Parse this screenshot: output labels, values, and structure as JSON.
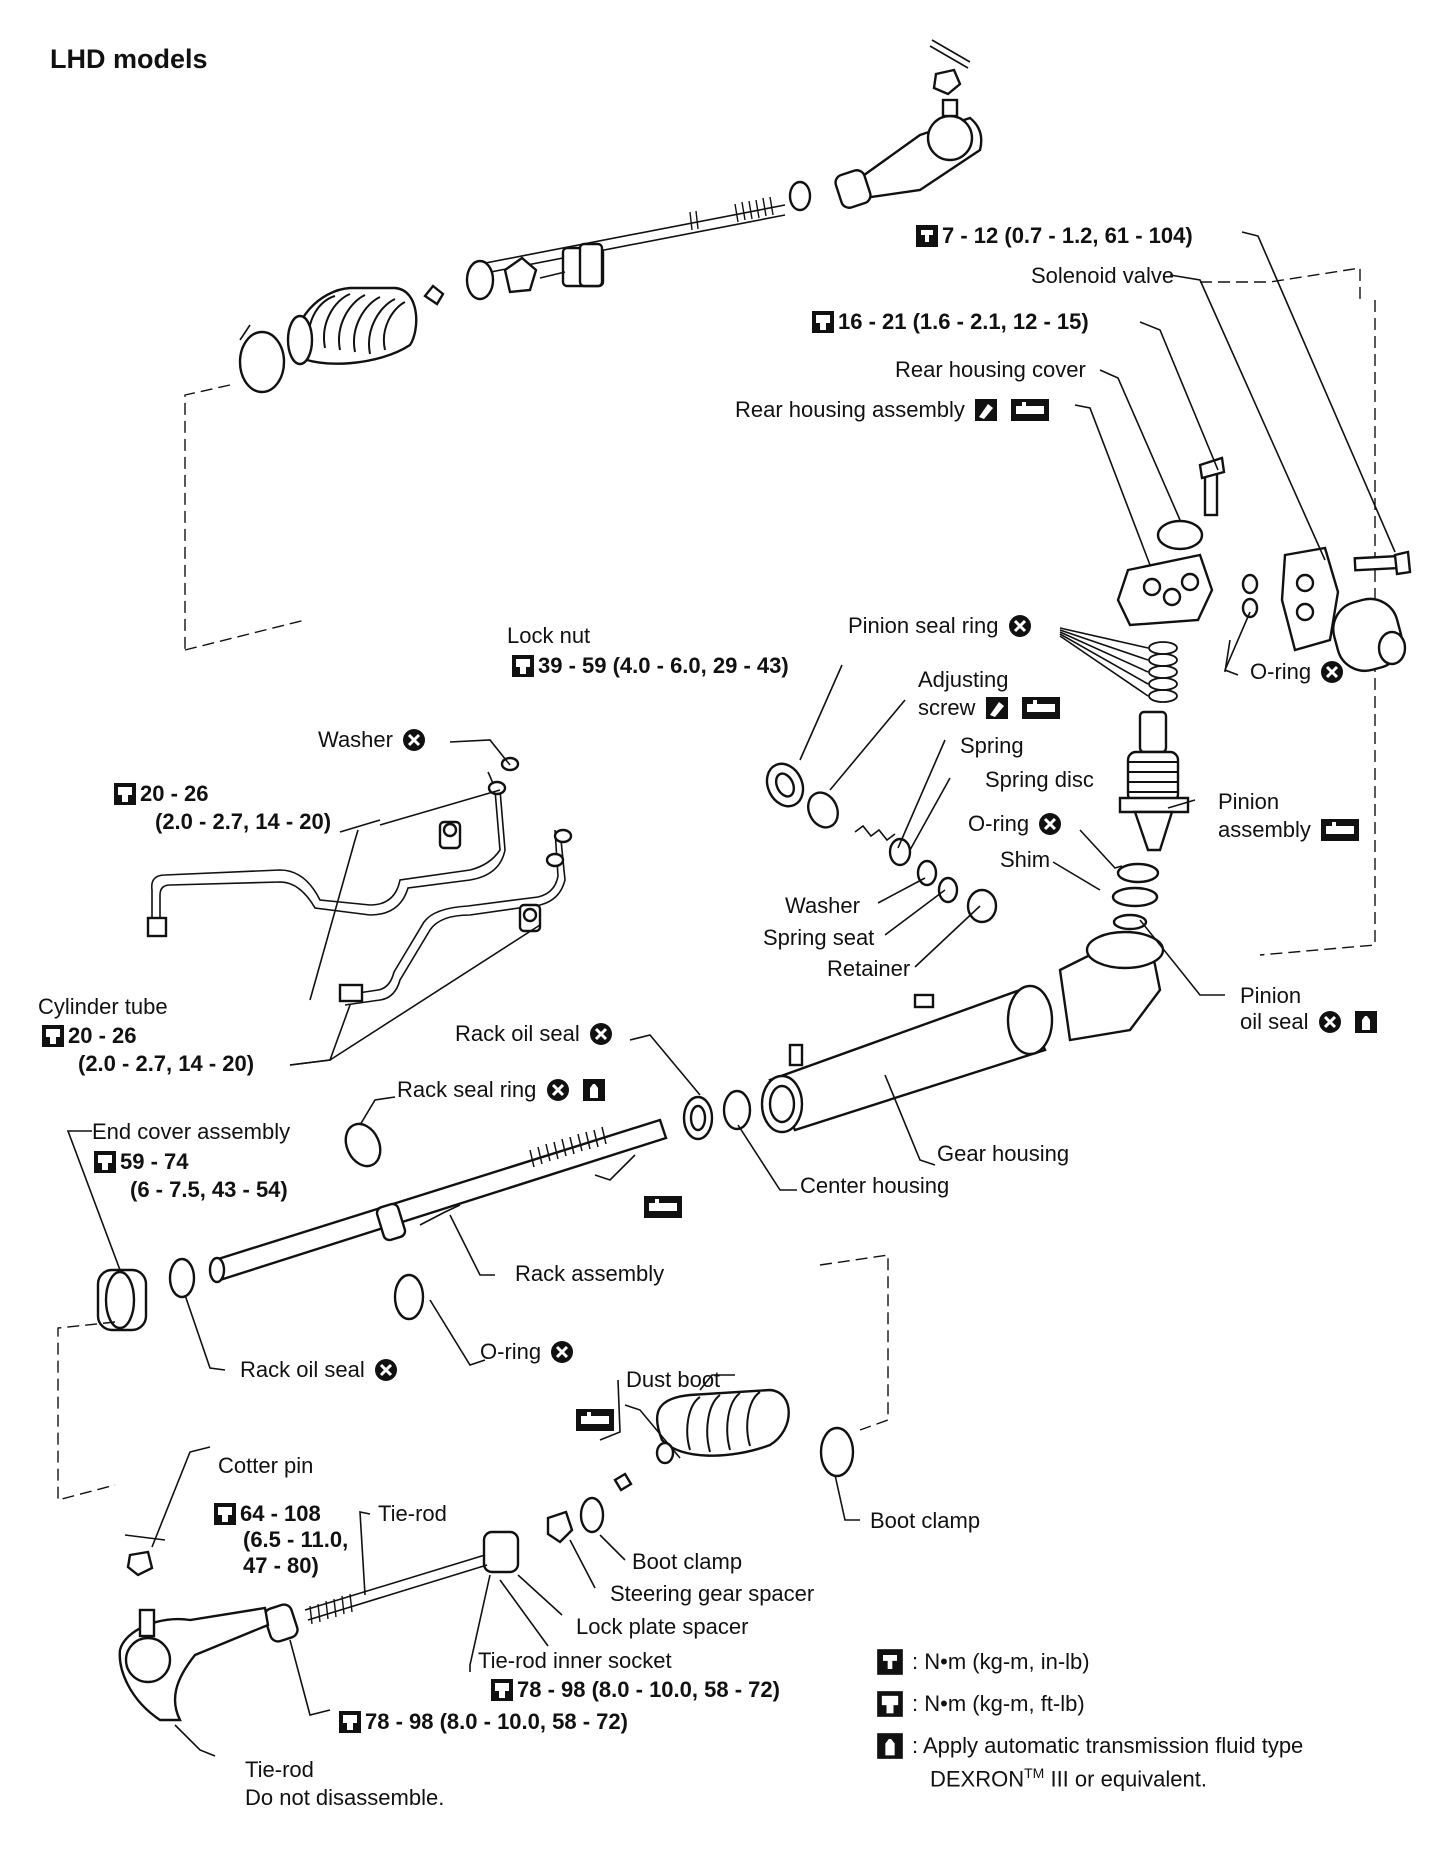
{
  "title": "LHD models",
  "labels": {
    "torque_solenoid_bolt": "7 - 12 (0.7 - 1.2, 61 - 104)",
    "solenoid_valve": "Solenoid valve",
    "torque_rear_housing": "16 - 21 (1.6 - 2.1, 12 - 15)",
    "rear_housing_cover": "Rear housing cover",
    "rear_housing_assembly": "Rear housing assembly",
    "pinion_seal_ring": "Pinion seal ring",
    "o_ring_upper": "O-ring",
    "lock_nut": "Lock nut",
    "torque_lock_nut": "39 - 59 (4.0 - 6.0, 29 - 43)",
    "adjusting_screw_1": "Adjusting",
    "adjusting_screw_2": "screw",
    "spring": "Spring",
    "spring_disc": "Spring disc",
    "pinion_1": "Pinion",
    "pinion_2": "assembly",
    "o_ring_pinion": "O-ring",
    "shim": "Shim",
    "washer_lower": "Washer",
    "spring_seat": "Spring seat",
    "retainer": "Retainer",
    "pinion_oil_seal_1": "Pinion",
    "pinion_oil_seal_2": "oil seal",
    "washer_upper": "Washer",
    "torque_tube_1a": "20 - 26",
    "torque_tube_1b": "(2.0 - 2.7, 14 - 20)",
    "cylinder_tube": "Cylinder tube",
    "torque_tube_2a": "20 - 26",
    "torque_tube_2b": "(2.0 - 2.7, 14 - 20)",
    "rack_oil_seal_upper": "Rack oil seal",
    "rack_seal_ring": "Rack seal ring",
    "gear_housing": "Gear housing",
    "center_housing": "Center housing",
    "end_cover_assembly": "End cover assembly",
    "torque_end_cover_a": "59 - 74",
    "torque_end_cover_b": "(6 - 7.5, 43 - 54)",
    "rack_assembly": "Rack assembly",
    "o_ring_rack": "O-ring",
    "rack_oil_seal_lower": "Rack oil seal",
    "dust_boot": "Dust boot",
    "cotter_pin": "Cotter pin",
    "torque_tie_rod_a": "64 - 108",
    "torque_tie_rod_b": "(6.5 - 11.0,",
    "torque_tie_rod_c": "47 - 80)",
    "tie_rod_upper": "Tie-rod",
    "boot_clamp_right": "Boot clamp",
    "boot_clamp_lower": "Boot clamp",
    "steering_gear_spacer": "Steering gear spacer",
    "lock_plate_spacer": "Lock plate spacer",
    "tie_rod_inner_socket": "Tie-rod inner socket",
    "torque_inner_socket": "78 - 98 (8.0 - 10.0, 58 - 72)",
    "torque_tie_rod_nut": "78 - 98 (8.0 - 10.0, 58 - 72)",
    "tie_rod_lower_1": "Tie-rod",
    "tie_rod_lower_2": "Do not disassemble."
  },
  "legend": {
    "nm_in_lb": ": N•m (kg-m, in-lb)",
    "nm_ft_lb": ": N•m (kg-m, ft-lb)",
    "atf_1": ": Apply automatic transmission fluid type",
    "atf_2": "DEXRON",
    "atf_tm": "TM",
    "atf_3": " III or equivalent."
  }
}
